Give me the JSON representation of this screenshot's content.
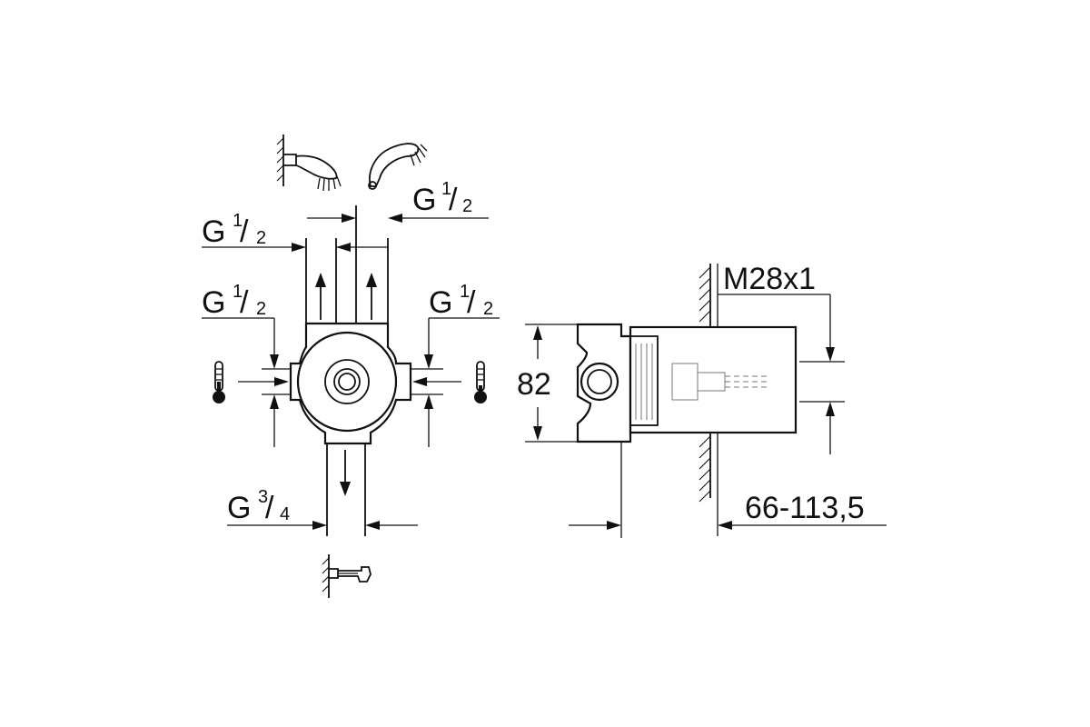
{
  "labels": {
    "outlet_handshower": {
      "letter": "G",
      "num": "1",
      "den": "2"
    },
    "outlet_headshower": {
      "letter": "G",
      "num": "1",
      "den": "2"
    },
    "inlet_left": {
      "letter": "G",
      "num": "1",
      "den": "2"
    },
    "inlet_right": {
      "letter": "G",
      "num": "1",
      "den": "2"
    },
    "outlet_bottom": {
      "letter": "G",
      "num": "3",
      "den": "4"
    },
    "height_dim": "82",
    "thread_dim": "M28x1",
    "depth_dim": "66-113,5"
  },
  "icons": {
    "wall_shower": "shower-head-wall-icon",
    "hand_shower": "hand-shower-icon",
    "hot_inlet": "thermometer-hot-icon",
    "cold_inlet": "thermometer-cold-icon",
    "bath_spout": "bath-spout-icon"
  }
}
